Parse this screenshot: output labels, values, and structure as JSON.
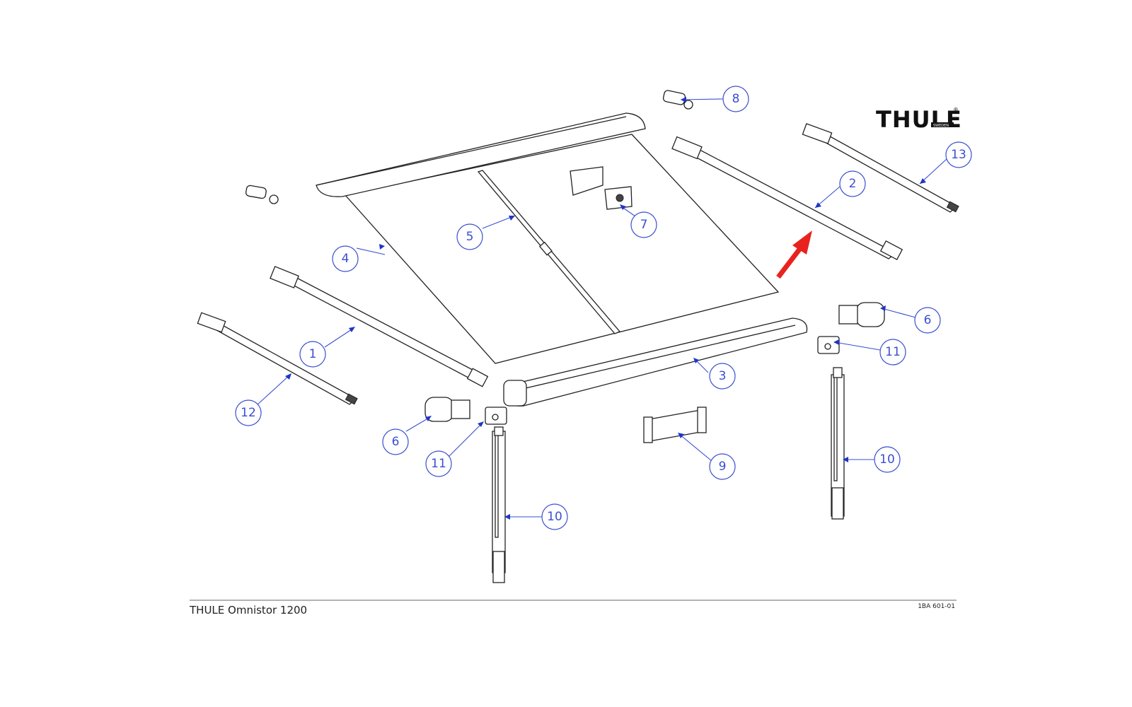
{
  "brand": {
    "name": "THULE",
    "sub": "SWEDEN",
    "reg": "®"
  },
  "footer": {
    "title": "THULE Omnistor 1200",
    "code": "1BA 601-01"
  },
  "callouts": [
    "1",
    "2",
    "3",
    "4",
    "5",
    "6",
    "6",
    "7",
    "8",
    "9",
    "10",
    "10",
    "11",
    "11",
    "12",
    "13"
  ],
  "colors": {
    "callout": "#3a4fd0",
    "highlight_arrow": "#e8231e"
  }
}
